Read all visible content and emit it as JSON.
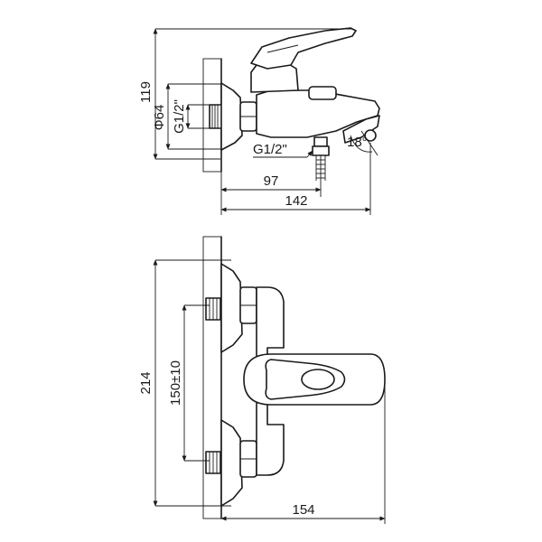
{
  "top_view": {
    "dim_height": "119",
    "dim_diameter": "Φ64",
    "dim_thread_wall": "G1/2\"",
    "dim_thread_outlet": "G1/2\"",
    "dim_angle": "18°",
    "dim_depth_outlet": "97",
    "dim_depth_total": "142"
  },
  "front_view": {
    "dim_height": "214",
    "dim_centers": "150±10",
    "dim_depth": "154"
  }
}
